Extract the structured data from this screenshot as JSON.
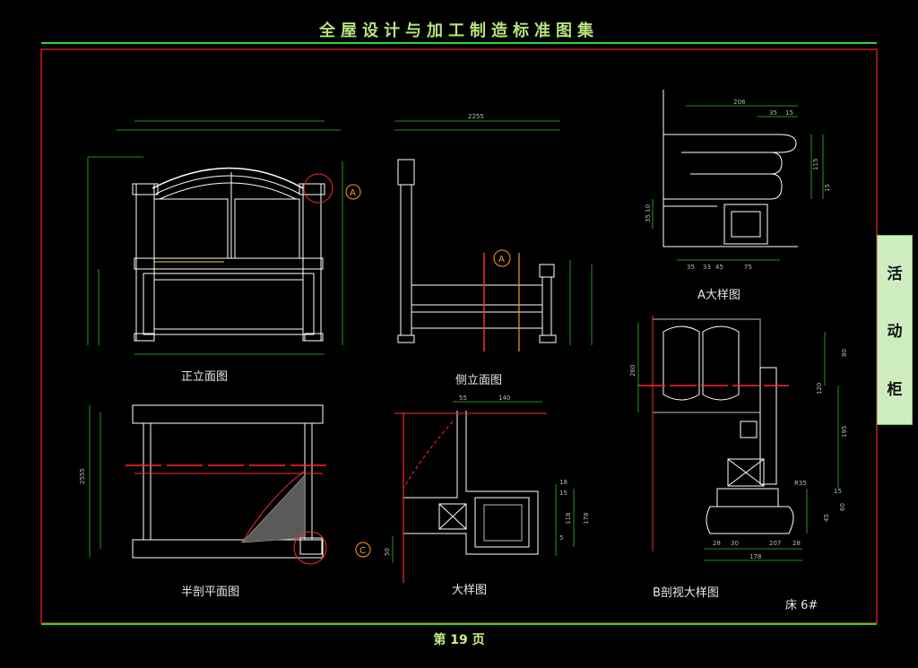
{
  "header": {
    "title": "全屋设计与加工制造标准图集"
  },
  "side_tab": {
    "chars": [
      "活",
      "动",
      "柜"
    ]
  },
  "page": {
    "number": "第 19 页",
    "drawing_code": "床 6#"
  },
  "views": {
    "front": "正立面图",
    "side": "侧立面图",
    "detail_a": "A大样图",
    "half_plan": "半剖平面图",
    "detail": "大样图",
    "detail_b": "B剖视大样图"
  },
  "callouts": {
    "a": "A",
    "c": "C"
  },
  "dims": {
    "side_width": "2255",
    "plan_depth": "2555",
    "a_top": "208",
    "a_sub1": "35",
    "a_sub2": "15",
    "a_right1": "115",
    "a_right2": "15",
    "a_left": "35 10",
    "a_b1": "35",
    "a_b2": "33",
    "a_b3": "45",
    "a_b4": "75",
    "d_top1": "55",
    "d_top2": "140",
    "d_r1": "18",
    "d_r2": "15",
    "d_r3": "118",
    "d_r4": "178",
    "d_r5": "5",
    "d_left": "50",
    "b_top": "80",
    "b_mid": "120",
    "b_left": "260",
    "b_right": "195",
    "b_r1": "15",
    "b_r2": "45",
    "b_r3": "60",
    "b_r4": "R35",
    "b_bot1": "28",
    "b_bot2": "30",
    "b_bot3": "207",
    "b_bot4": "28",
    "b_total": "178"
  },
  "colors": {
    "linework": "#ffffff",
    "dimension": "#c0c0c0",
    "frame_red": "#c81e1e",
    "frame_green": "#2fd42f",
    "section": "#ff2a2a",
    "callout": "#ff9a1a"
  }
}
